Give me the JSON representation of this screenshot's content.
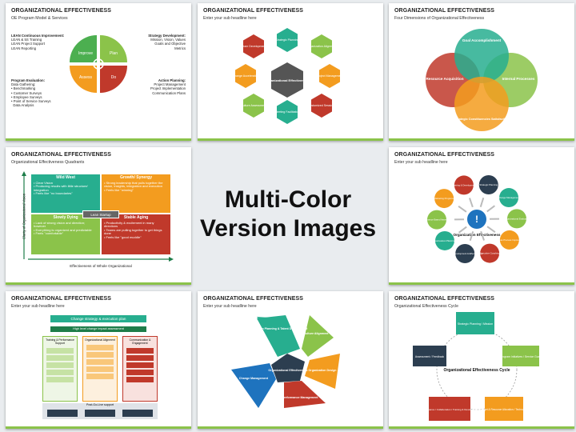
{
  "center_label": [
    "Multi-Color",
    "Version Images"
  ],
  "slides": [
    {
      "title": "ORGANIZATIONAL EFFECTIVENESS",
      "subtitle": "OE Program Model & Services",
      "quadrants": [
        "Improve",
        "Plan",
        "Assess",
        "Do"
      ],
      "colors": {
        "improve": "#4caf50",
        "plan": "#8bc34a",
        "assess": "#f39c1f",
        "do": "#c0392b"
      },
      "lean": {
        "heading": "LEAN Continuous Improvement:",
        "lines": [
          "LEAN & 5S Training",
          "LEAN Project Support",
          "LEAN Reporting"
        ]
      },
      "strategy": {
        "heading": "Strategy Development:",
        "lines": [
          "Mission, Vision, Values",
          "Goals and Objective",
          "Metrics"
        ]
      },
      "evaluation": {
        "heading": "Program Evaluation:",
        "intro": "Data Gathering:",
        "bullets": [
          "Benchmarking",
          "Customer Surveys",
          "Employee Surveys",
          "Point of Service Surveys"
        ],
        "tail": "Data Analysis"
      },
      "action": {
        "heading": "Action Planning:",
        "lines": [
          "Project Management",
          "Project Implementation",
          "Communication Plans"
        ]
      }
    },
    {
      "title": "ORGANIZATIONAL EFFECTIVENESS",
      "subtitle": "Enter your sub headline here",
      "center": "Organizational Effectiveness",
      "hexes": [
        "Team Development",
        "Strategic Planning",
        "Organization Alignment",
        "Change Acceleration",
        "Project Management",
        "Culture Assessment",
        "Meeting Facilitation",
        "Customized Sessions"
      ]
    },
    {
      "title": "ORGANIZATIONAL EFFECTIVENESS",
      "subtitle": "Four Dimensions of Organizational Effectiveness",
      "circles": [
        "Goal Accomplishment",
        "Resource Acquisition",
        "Internal Processes",
        "Strategic Constituencies Satisfaction"
      ]
    },
    {
      "title": "ORGANIZATIONAL EFFECTIVENESS",
      "subtitle": "Organizational Effectiveness Quadrants",
      "yaxis": "Clarity of Organizational Vision",
      "xaxis": "Effectiveness of Whole Organizational",
      "center": "Lean Startup",
      "quads": [
        {
          "head": "Wild West",
          "lines": [
            "Clear Vision",
            "Producing results with little structure/ integration",
            "Feels like \"no boundaries\""
          ]
        },
        {
          "head": "Growth/ Synergy",
          "lines": [
            "Strong leadership that pulls together the vision, insights, integration and execution",
            "Feels like \"winning\""
          ]
        },
        {
          "head": "Slowly Dying",
          "lines": [
            "Lack of strong vision and direction; however",
            "Everything is organized and predictable",
            "Feels \"comfortable\""
          ]
        },
        {
          "head": "Stable Aging",
          "lines": [
            "Productivity & excitement in many directions",
            "Teams are pulling together to get things done",
            "Feels like \"good muddle\""
          ]
        }
      ]
    },
    {
      "title": "ORGANIZATIONAL EFFECTIVENESS",
      "subtitle": "Enter your sub headline here",
      "center": "Organization Effectiveness",
      "nodes": [
        "Strategic Planning",
        "Change Management",
        "Organizational Evaluation",
        "Business Process Improvement",
        "Executive Coaching",
        "Team Development & Effectiveness",
        "Succession Planning",
        "Performance Based Assessment",
        "Marketing Programs",
        "Training & Development"
      ]
    },
    {
      "title": "ORGANIZATIONAL EFFECTIVENESS",
      "subtitle": "Enter your sub headline here",
      "top": "Change strategy & execution plan",
      "assessment": "High level change impact assessment",
      "columns": [
        "Training & Performance Support",
        "Organizational Alignment",
        "Communication & Engagement"
      ],
      "bottom": "Post-Go-Live support"
    },
    {
      "title": "ORGANIZATIONAL EFFECTIVENESS",
      "subtitle": "Enter your sub headline here",
      "center": "Organizational Effectiveness",
      "segments": [
        "Succession Planning & Talent Development",
        "Culture Alignment",
        "Organization Design",
        "Performance Management",
        "Change Management"
      ]
    },
    {
      "title": "ORGANIZATIONAL EFFECTIVENESS",
      "subtitle": "Organizational Effectiveness Cycle",
      "center": "Organizational Effectiveness Cycle",
      "steps": [
        "Strategic Planning / Mission",
        "Program Initiatives / Service Goals",
        "Budget & Resource Allocation / Technology",
        "Performance / Collaboration / Training & Development",
        "Assessment / Feedback"
      ]
    }
  ]
}
